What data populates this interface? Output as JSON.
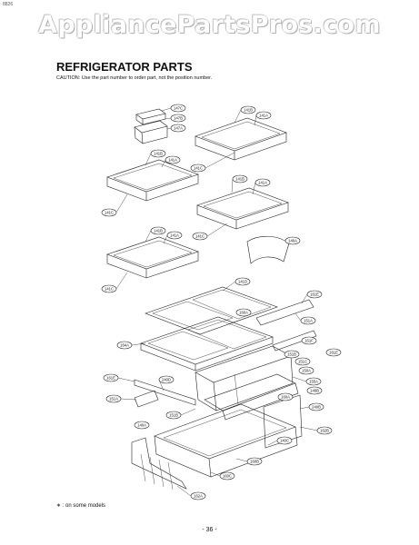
{
  "header": {
    "corner_text": "8826"
  },
  "watermark": "AppliancePartsPros.com",
  "page_title": "REFRIGERATOR PARTS",
  "caution": "CAUTION: Use the part number to order part, not the position number.",
  "footnote": "∗ : on some models",
  "page_number": "- 36 -",
  "callouts": [
    "147C",
    "147B",
    "147A",
    "141B",
    "141A",
    "141C",
    "141B",
    "141A",
    "141C",
    "141B",
    "141A",
    "141C",
    "140A",
    "141B",
    "141A",
    "141C",
    "141D",
    "161E",
    "151A",
    "161F",
    "161E",
    "160A",
    "151C",
    "164A",
    "151B",
    "240D",
    "161E",
    "151A",
    "155A",
    "150A",
    "240B",
    "146B",
    "160A",
    "151B",
    "140A",
    "162B",
    "140C",
    "160B",
    "160C",
    "162A"
  ]
}
